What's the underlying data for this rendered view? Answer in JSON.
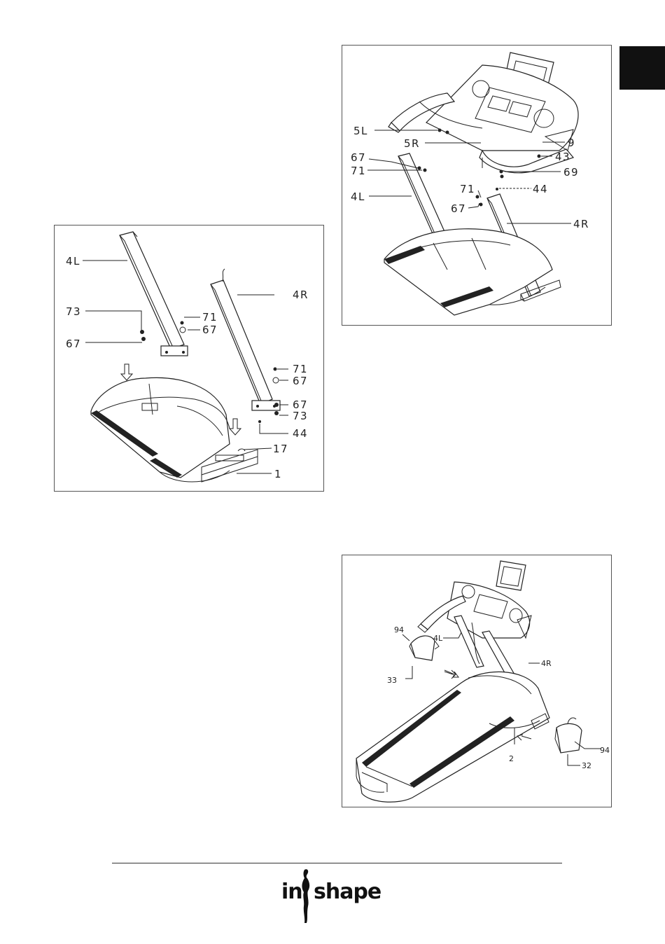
{
  "brand": {
    "logo_text_1": "in",
    "logo_text_2": "shape"
  },
  "panel_a": {
    "labels": {
      "l4L": "4L",
      "l4R": "4R",
      "l73a": "73",
      "l71a": "71",
      "l67a": "67",
      "l67b": "67",
      "l71b": "71",
      "l67c": "67",
      "l67d": "67",
      "l73b": "73",
      "l44": "44",
      "l17": "17",
      "l1": "1"
    }
  },
  "panel_b": {
    "labels": {
      "l5L": "5L",
      "l5R": "5R",
      "l9": "9",
      "l43": "43",
      "l67a": "67",
      "l71a": "71",
      "l69": "69",
      "l71b": "71",
      "l44": "44",
      "l4L": "4L",
      "l67b": "67",
      "l4R": "4R"
    }
  },
  "panel_c": {
    "labels": {
      "l94a": "94",
      "l4L": "4L",
      "l4R": "4R",
      "l33": "33",
      "l2": "2",
      "l94b": "94",
      "l32": "32"
    }
  }
}
